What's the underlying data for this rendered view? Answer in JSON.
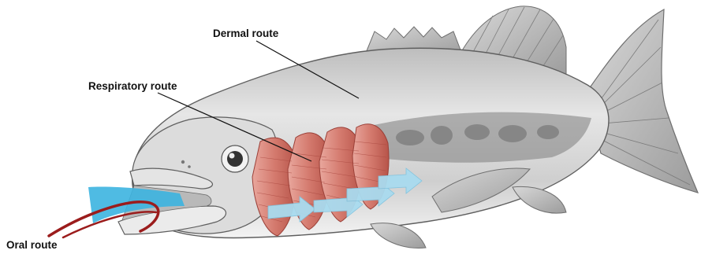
{
  "labels": {
    "dermal": "Dermal route",
    "respiratory": "Respiratory route",
    "oral": "Oral route"
  },
  "colors": {
    "body_light": "#e9e9e9",
    "body_dark": "#8a8a8a",
    "gill": "#d97f74",
    "gill_dark": "#a9473f",
    "water_arrow": "#a9dbef",
    "mouth_water": "#3cb4e0",
    "oral_line": "#9b1c1c",
    "leader": "#111111"
  }
}
